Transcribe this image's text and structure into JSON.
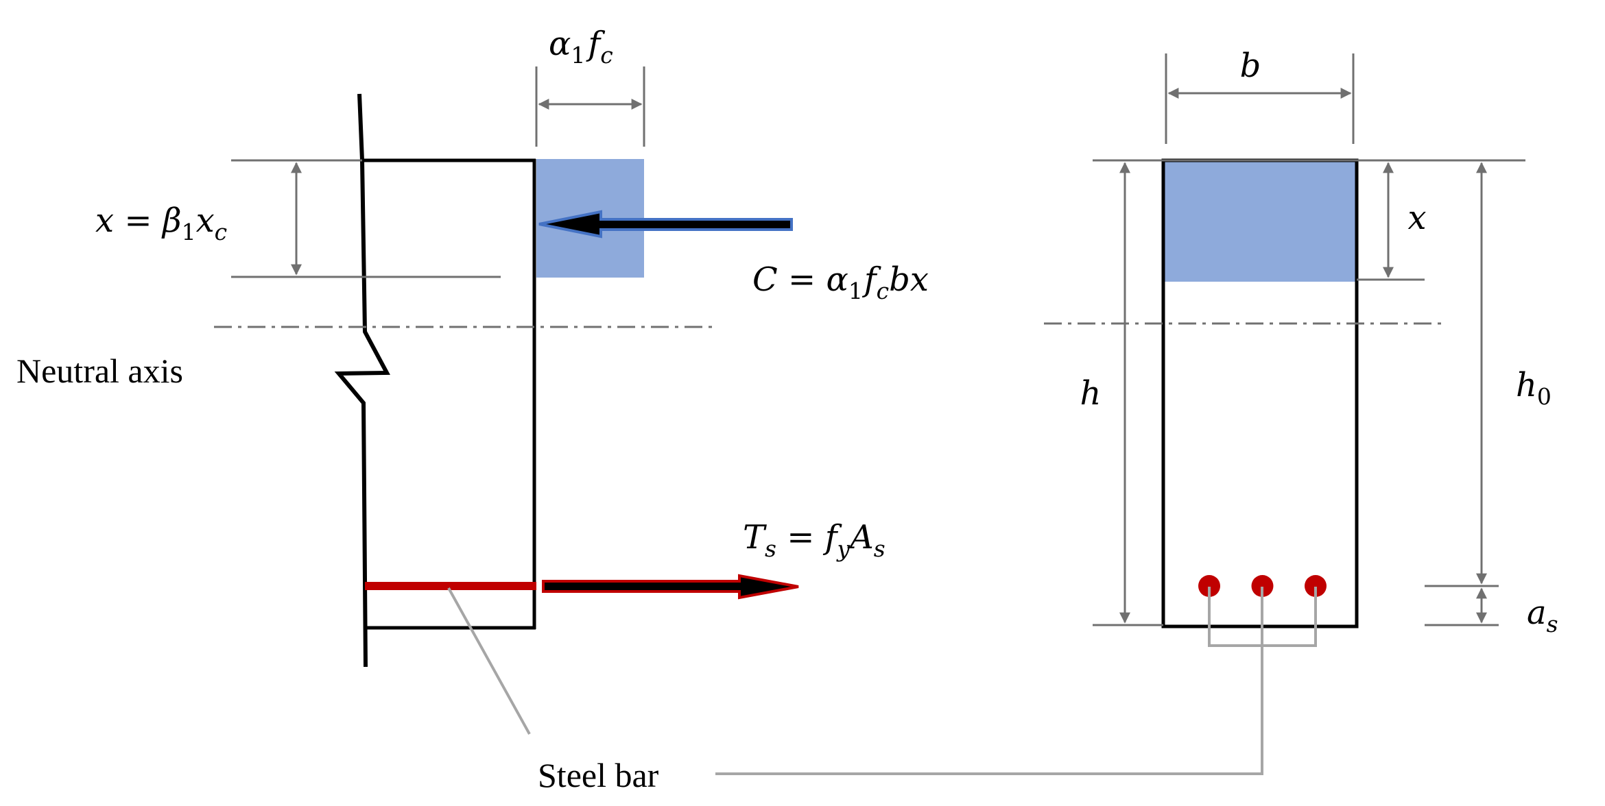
{
  "colors": {
    "stress_block": "#8eaadb",
    "stress_block_stroke": "#4472c4",
    "steel": "#c00000",
    "dimension": "#707070",
    "leader": "#a6a6a6",
    "outline": "#000000"
  },
  "left": {
    "stress_depth": {
      "lhs": "x",
      "eq": " = ",
      "main": "β",
      "sub1": "1",
      "var": "x",
      "sub2": "c"
    },
    "stress_width": {
      "main": "α",
      "sub1": "1",
      "var": "f",
      "sub2": "c"
    },
    "compression": {
      "lhs": "C",
      "eq": " = ",
      "main": "α",
      "sub1": "1",
      "var": "f",
      "sub2": "c",
      "tail": "bx"
    },
    "tension": {
      "lhs": "T",
      "sub1": "s",
      "eq": " = ",
      "var": "f",
      "sub2": "y",
      "var2": "A",
      "sub3": "s"
    },
    "neutral_axis": "Neutral axis"
  },
  "right": {
    "width": "b",
    "height": "h",
    "compression_depth": "x",
    "effective_depth": {
      "main": "h",
      "sub": "0"
    },
    "cover": {
      "main": "a",
      "sub": "s"
    },
    "bar_count": 3
  },
  "steel_bar_label": "Steel bar"
}
